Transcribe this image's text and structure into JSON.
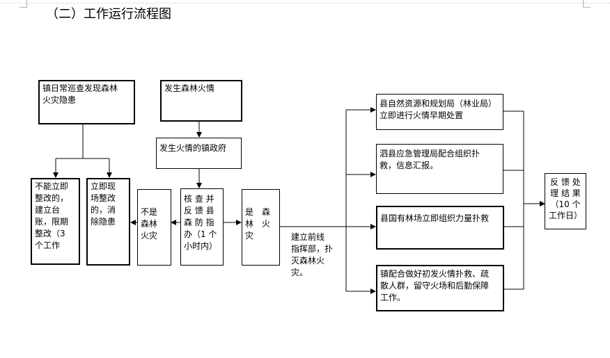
{
  "title": "（二）工作运行流程图",
  "nodes": {
    "patrol": "镇日常巡查发现森林\n火灾隐患",
    "fire_occurs": "发生森林火情",
    "town_gov": "发生火情的镇政府",
    "cannot_fix": "不能立即\n整改的，\n建立台\n账，限期\n整改（3\n个工作",
    "fix_now": "立即现\n场整改\n的，消\n除隐患",
    "not_fire": "不是\n森林\n火灾",
    "verify": "核 查 并\n反 馈 县\n森 防 指\n办（1 个\n小时内）",
    "is_fire": "是　森\n林　火\n灾",
    "command": "建立前线\n指挥部，扑\n灭森林火\n灾。",
    "natural_resources": "县自然资源和规划局（林业局）\n立即进行火情早期处置",
    "emergency": "泗县应急管理局配合组织扑\n救，信息汇报。",
    "forest_farm": "县国有林场立即组织力量扑救",
    "town_support": "镇配合做好初发火情扑救、疏\n散人群，留守火场和后勤保障\n工作。",
    "feedback": "反 馈 处\n理 结 果\n（10 个\n工作日）"
  },
  "colors": {
    "line": "#000000",
    "background": "#ffffff"
  }
}
